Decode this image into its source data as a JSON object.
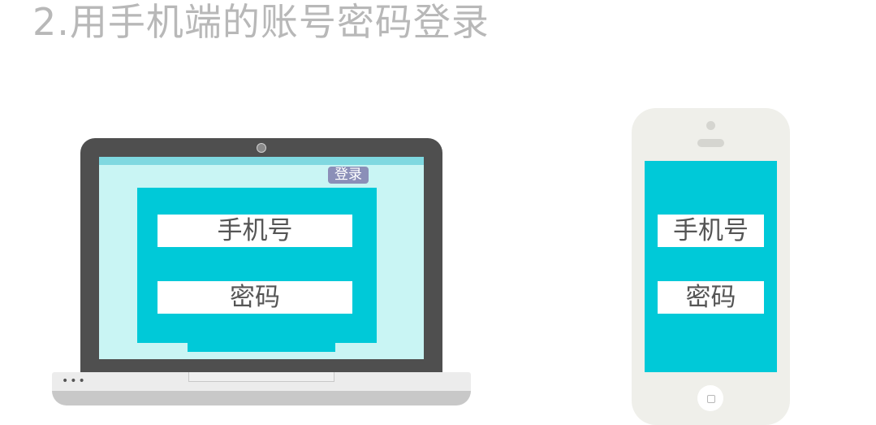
{
  "title": "2.用手机端的账号密码登录",
  "laptop": {
    "login_badge": "登录",
    "phone_field": "手机号",
    "password_field": "密码"
  },
  "phone": {
    "phone_field": "手机号",
    "password_field": "密码"
  },
  "colors": {
    "accent": "#00c9d8",
    "screen_bg": "#c9f5f4",
    "badge": "#8b8fb8",
    "title_text": "#b8b8b8"
  },
  "icons": {
    "laptop_dots": "•••"
  }
}
